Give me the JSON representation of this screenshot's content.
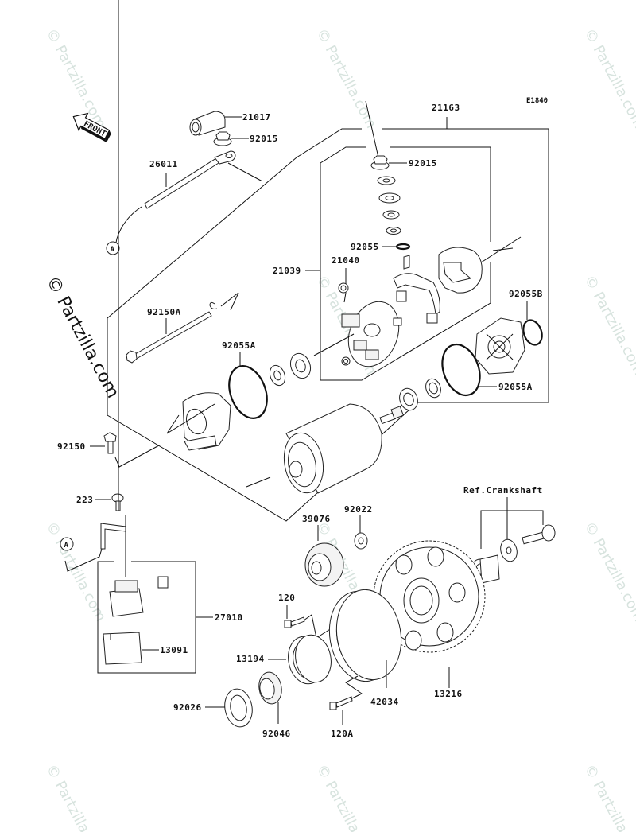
{
  "diagram": {
    "code": "E1840",
    "direction_marker": "FRONT",
    "connector_ref": "A",
    "watermark": "© Partzilla.com",
    "reference_label": "Ref.Crankshaft"
  },
  "parts": [
    {
      "id": "21017",
      "description_icon": "terminal-boot"
    },
    {
      "id": "92015",
      "description_icon": "flange-nut"
    },
    {
      "id": "26011",
      "description_icon": "starter-cable"
    },
    {
      "id": "21163",
      "description_icon": "starter-motor-assembly"
    },
    {
      "id": "92015",
      "description_icon": "flange-nut"
    },
    {
      "id": "92055",
      "description_icon": "o-ring"
    },
    {
      "id": "21039",
      "description_icon": "brush-holder-kit"
    },
    {
      "id": "21040",
      "description_icon": "brush-spring"
    },
    {
      "id": "92055B",
      "description_icon": "o-ring"
    },
    {
      "id": "92150A",
      "description_icon": "long-bolt"
    },
    {
      "id": "92055A",
      "description_icon": "o-ring"
    },
    {
      "id": "92055A",
      "description_icon": "o-ring"
    },
    {
      "id": "92150",
      "description_icon": "bolt"
    },
    {
      "id": "223",
      "description_icon": "screw"
    },
    {
      "id": "27010",
      "description_icon": "starter-relay"
    },
    {
      "id": "13091",
      "description_icon": "relay-cover"
    },
    {
      "id": "39076",
      "description_icon": "idle-gear"
    },
    {
      "id": "92022",
      "description_icon": "washer"
    },
    {
      "id": "120",
      "description_icon": "socket-bolt"
    },
    {
      "id": "13194",
      "description_icon": "starter-clutch"
    },
    {
      "id": "42034",
      "description_icon": "clutch-holder"
    },
    {
      "id": "13216",
      "description_icon": "starter-gear"
    },
    {
      "id": "92026",
      "description_icon": "thrust-washer"
    },
    {
      "id": "92046",
      "description_icon": "needle-bearing"
    },
    {
      "id": "120A",
      "description_icon": "socket-bolt"
    }
  ]
}
